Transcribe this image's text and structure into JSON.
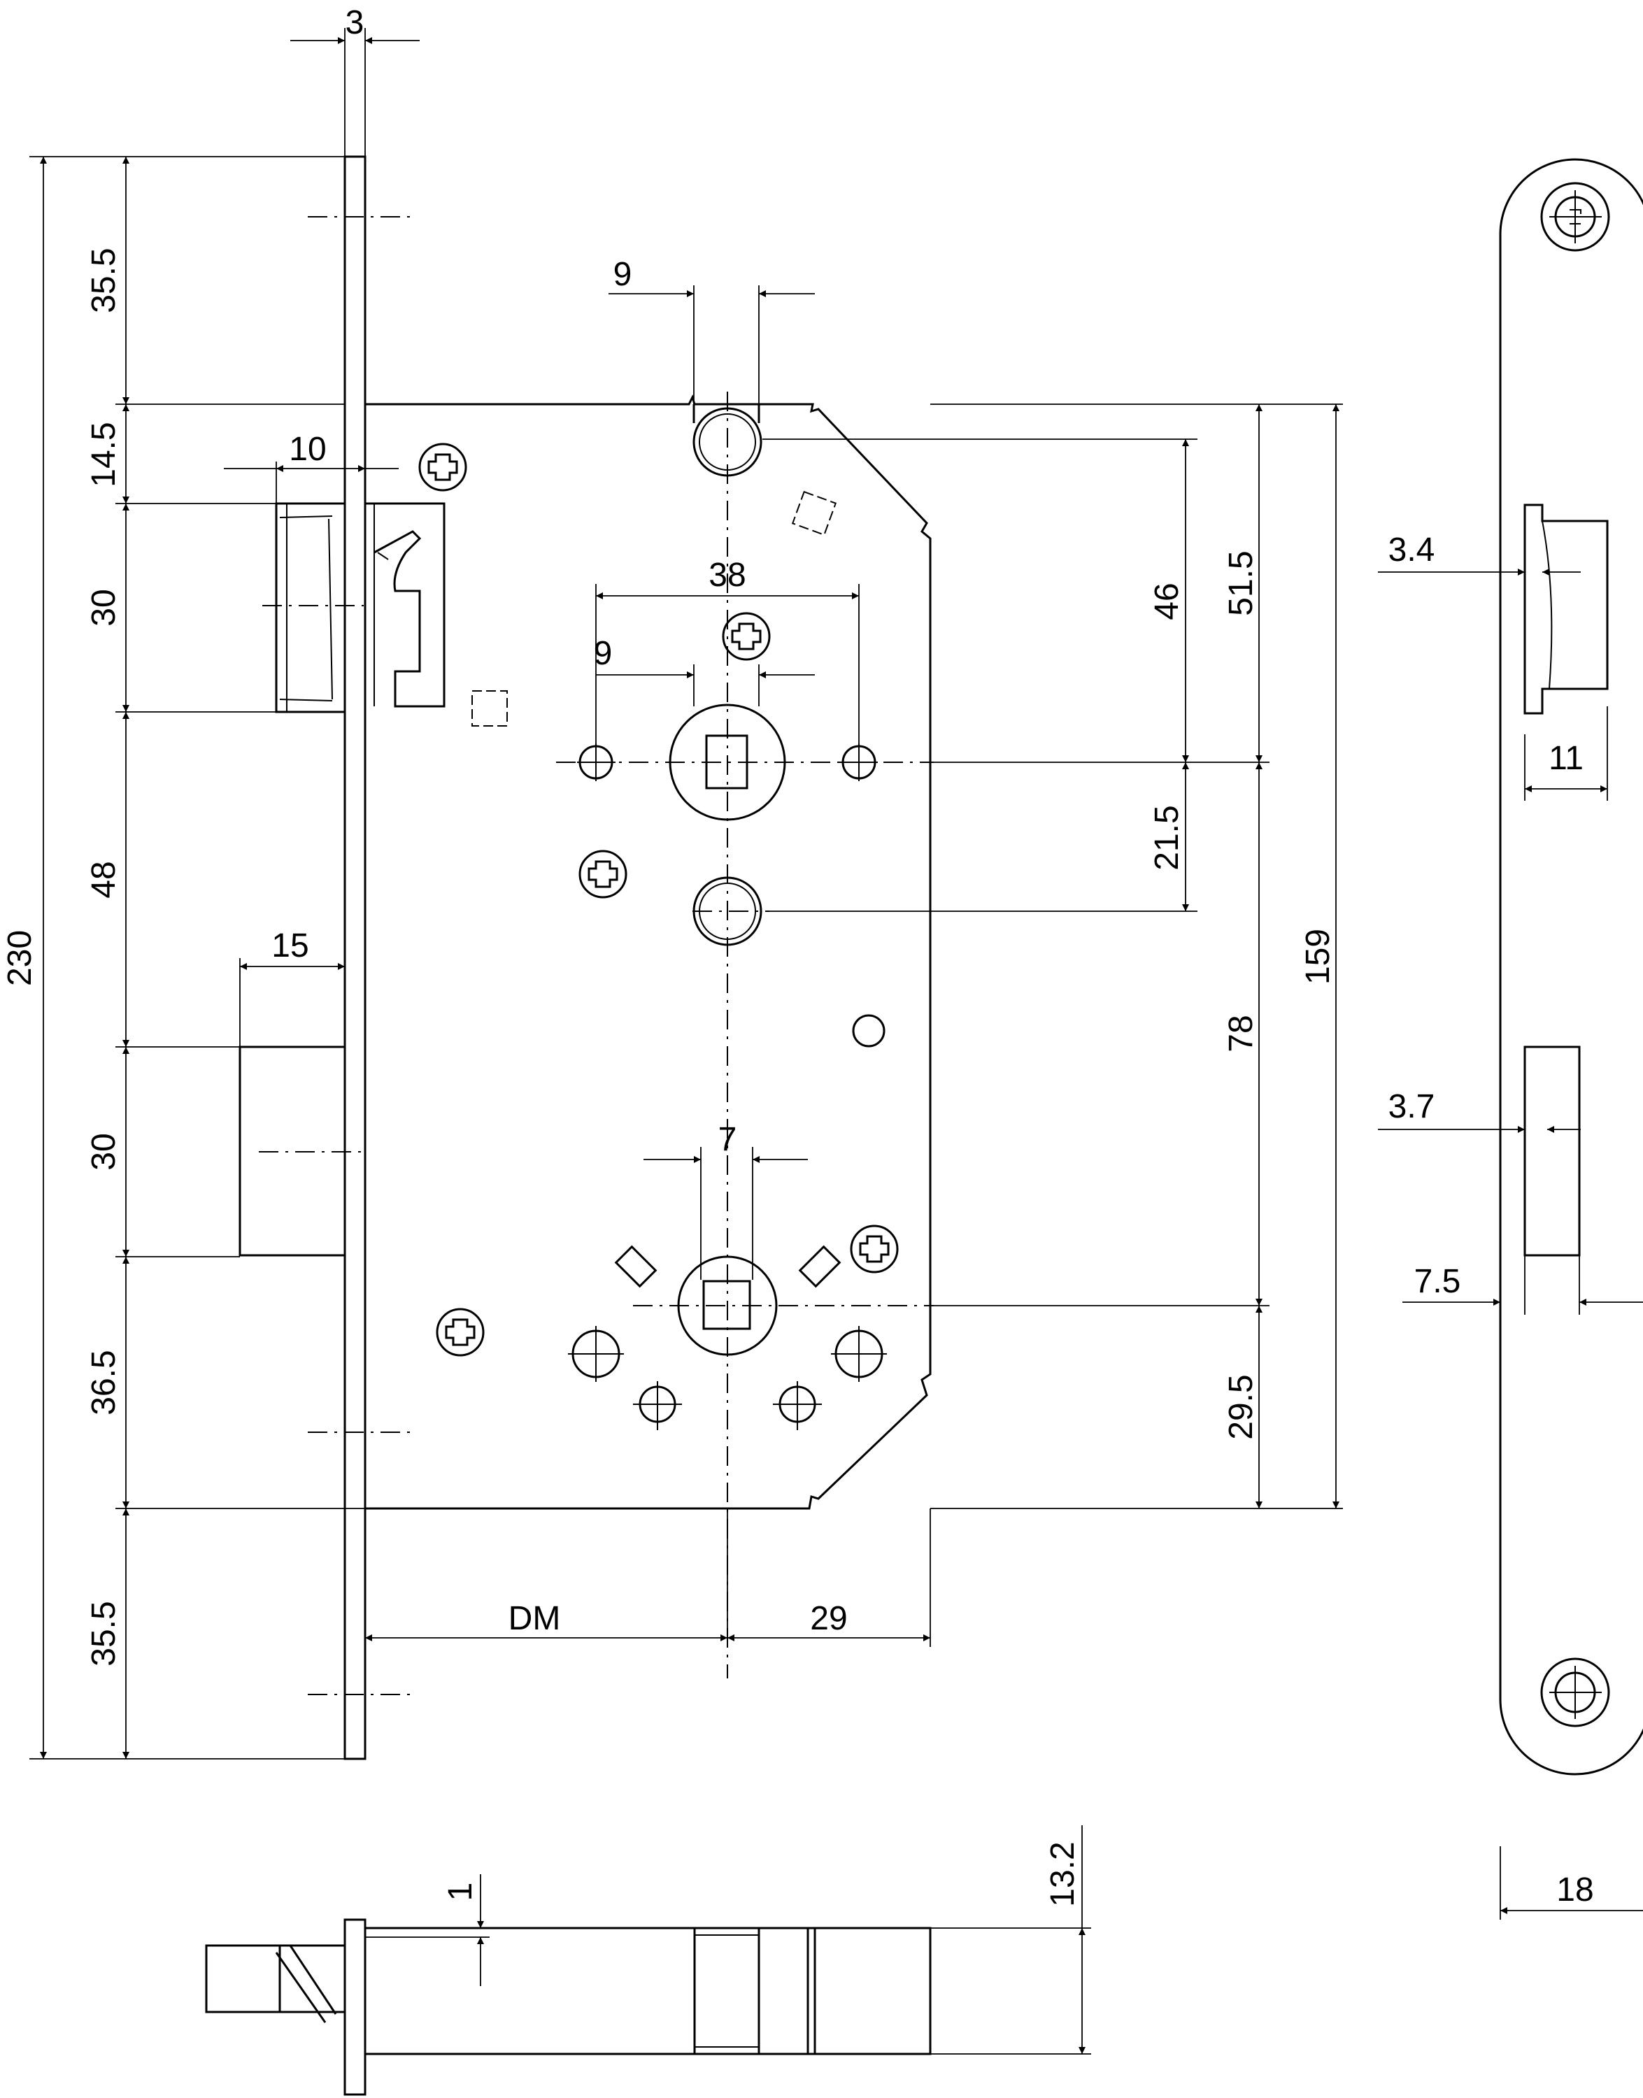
{
  "dims": {
    "front_thickness": "3",
    "top_35_5": "35.5",
    "h_14_5": "14.5",
    "latch_10": "10",
    "latch_30": "30",
    "mid_48": "48",
    "bolt_15": "15",
    "bolt_30": "30",
    "low_36_5": "36.5",
    "bottom_35_5": "35.5",
    "total_230": "230",
    "slot_9_top": "9",
    "hole_38": "38",
    "follower_9": "9",
    "cyl_7": "7",
    "dm": "DM",
    "d_29": "29",
    "v_46": "46",
    "v_51_5": "51.5",
    "v_21_5": "21.5",
    "v_78": "78",
    "v_29_5": "29.5",
    "v_159": "159",
    "side_3_4": "3.4",
    "side_11": "11",
    "side_3_7": "3.7",
    "side_7_5": "7.5",
    "side_18": "18",
    "bot_1": "1",
    "bot_13_2": "13.2"
  }
}
